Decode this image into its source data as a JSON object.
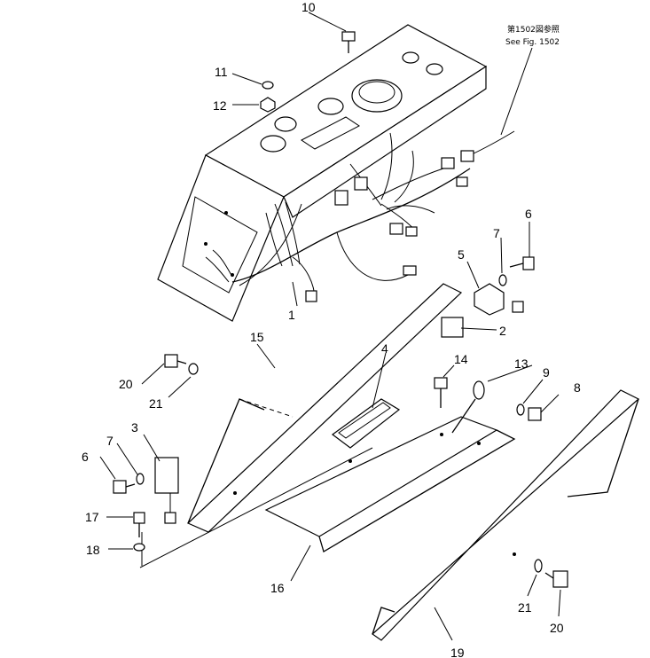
{
  "reference": {
    "line1": "第1502図参照",
    "line2": "See Fig. 1502"
  },
  "callouts": [
    {
      "id": "c1",
      "text": "1"
    },
    {
      "id": "c2",
      "text": "2"
    },
    {
      "id": "c3",
      "text": "3"
    },
    {
      "id": "c4",
      "text": "4"
    },
    {
      "id": "c5",
      "text": "5"
    },
    {
      "id": "c6a",
      "text": "6"
    },
    {
      "id": "c6b",
      "text": "6"
    },
    {
      "id": "c7a",
      "text": "7"
    },
    {
      "id": "c7b",
      "text": "7"
    },
    {
      "id": "c8",
      "text": "8"
    },
    {
      "id": "c9",
      "text": "9"
    },
    {
      "id": "c10",
      "text": "10"
    },
    {
      "id": "c11",
      "text": "11"
    },
    {
      "id": "c12",
      "text": "12"
    },
    {
      "id": "c13",
      "text": "13"
    },
    {
      "id": "c14",
      "text": "14"
    },
    {
      "id": "c15",
      "text": "15"
    },
    {
      "id": "c16",
      "text": "16"
    },
    {
      "id": "c17",
      "text": "17"
    },
    {
      "id": "c18",
      "text": "18"
    },
    {
      "id": "c19",
      "text": "19"
    },
    {
      "id": "c20a",
      "text": "20"
    },
    {
      "id": "c20b",
      "text": "20"
    },
    {
      "id": "c21a",
      "text": "21"
    },
    {
      "id": "c21b",
      "text": "21"
    }
  ]
}
